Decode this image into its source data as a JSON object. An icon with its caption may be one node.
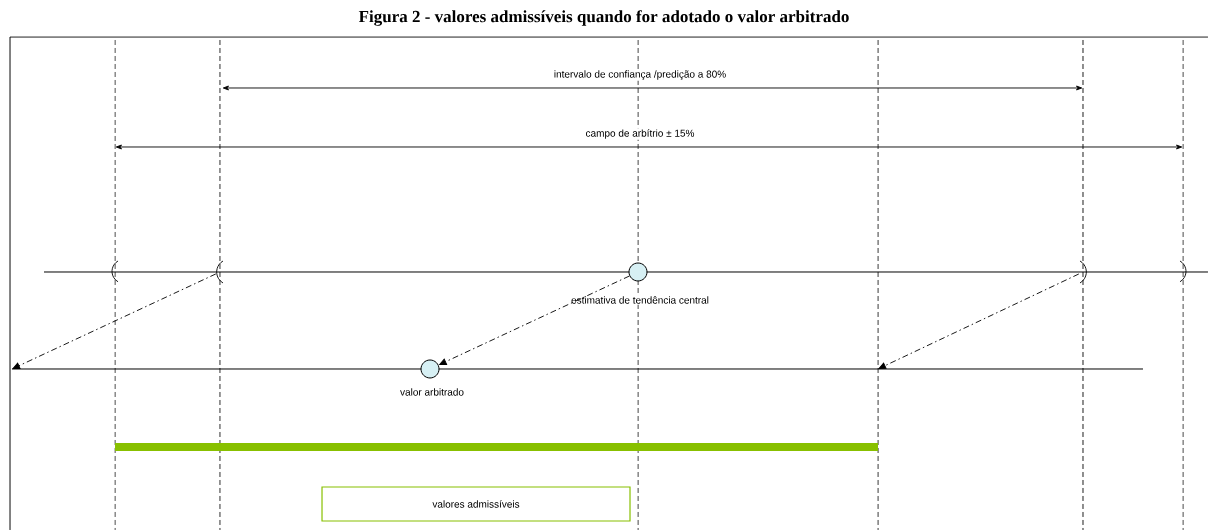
{
  "diagram": {
    "title": "Figura 2 - valores admissíveis quando for adotado o valor arbitrado",
    "nodes": [
      {
        "text": [],
        "shape": "bracket"
      },
      {
        "text": [],
        "shape": "circle",
        "beside": [
          "estimativa de tendência central"
        ]
      },
      {
        "text": [],
        "shape": "bracket"
      },
      {
        "text": [],
        "shape": "circle",
        "beside": [
          "valor arbitrado"
        ]
      },
      {
        "text": [
          "valores admissíveis"
        ]
      }
    ],
    "edges": [
      {
        "from": 0,
        "to": null,
        "arrow": "to"
      },
      {
        "from": 1,
        "to": 3,
        "arrow": "to"
      },
      {
        "from": 2,
        "to": null,
        "arrow": "to"
      }
    ],
    "labels": [
      "intervalo de confiança /predição a 80%",
      "campo de arbítrio ± 15%"
    ]
  }
}
